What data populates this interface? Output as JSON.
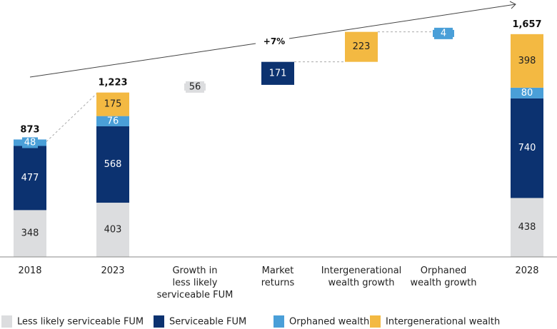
{
  "chart_data": {
    "type": "bar",
    "subtype": "stacked-waterfall",
    "title": "",
    "xlabel": "",
    "ylabel": "",
    "grid": false,
    "legend_position": "bottom-left",
    "categories": [
      "2018",
      "2023",
      "Growth in less likely serviceable FUM",
      "Market returns",
      "Intergenerational wealth growth",
      "Orphaned wealth growth",
      "2028"
    ],
    "category_lines": [
      [
        "2018"
      ],
      [
        "2023"
      ],
      [
        "Growth in",
        "less likely",
        "serviceable FUM"
      ],
      [
        "Market",
        "returns"
      ],
      [
        "Intergenerational",
        "wealth growth"
      ],
      [
        "Orphaned",
        "wealth growth"
      ],
      [
        "2028"
      ]
    ],
    "series": [
      {
        "name": "Less likely serviceable FUM",
        "color": "#dcdddf",
        "label_color": "#222222",
        "values": [
          348,
          403,
          56,
          null,
          null,
          null,
          438
        ]
      },
      {
        "name": "Serviceable FUM",
        "color": "#0c3270",
        "label_color": "#ffffff",
        "values": [
          477,
          568,
          null,
          171,
          null,
          null,
          740
        ]
      },
      {
        "name": "Orphaned wealth",
        "color": "#4a9fd8",
        "label_color": "#ffffff",
        "values": [
          48,
          76,
          null,
          null,
          null,
          4,
          80
        ]
      },
      {
        "name": "Intergenerational wealth",
        "color": "#f3b942",
        "label_color": "#222222",
        "values": [
          null,
          175,
          null,
          null,
          223,
          null,
          398
        ]
      }
    ],
    "totals": [
      "873",
      "1,223",
      null,
      null,
      null,
      null,
      "1,657"
    ],
    "waterfall_steps": [
      {
        "category": "Growth in less likely serviceable FUM",
        "series": "Less likely serviceable FUM",
        "start": 1223,
        "value": 56
      },
      {
        "category": "Market returns",
        "series": "Serviceable FUM",
        "start": 1279,
        "value": 171
      },
      {
        "category": "Intergenerational wealth growth",
        "series": "Intergenerational wealth",
        "start": 1450,
        "value": 223
      },
      {
        "category": "Orphaned wealth growth",
        "series": "Orphaned wealth",
        "start": 1673,
        "value": 4
      }
    ],
    "annotation": {
      "text": "+7%",
      "type": "CAGR arrow"
    }
  }
}
